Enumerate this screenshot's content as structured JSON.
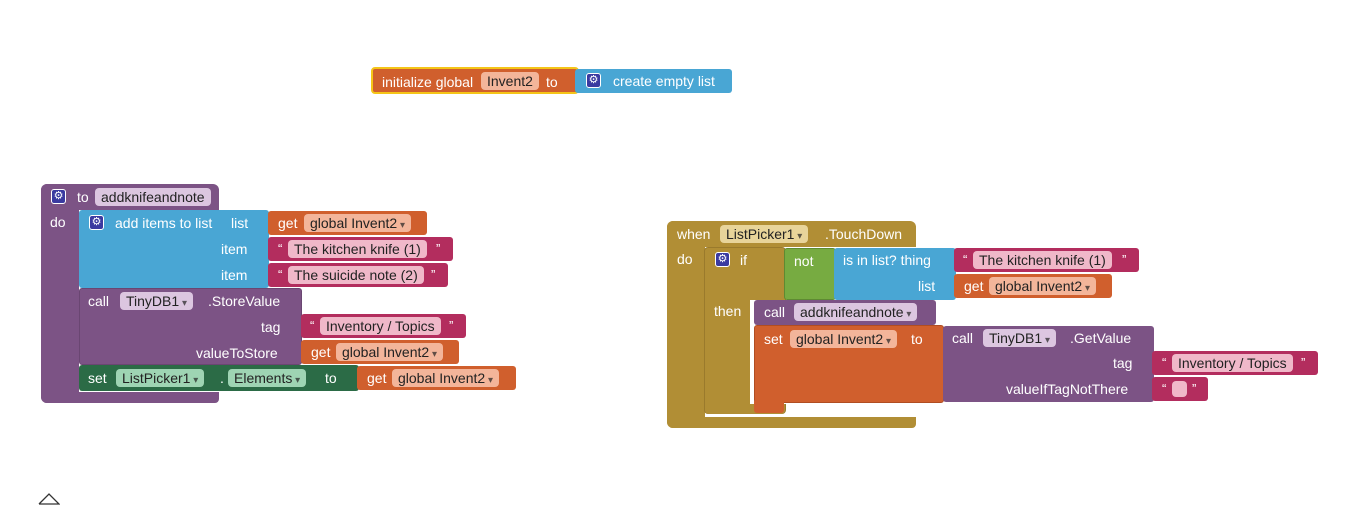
{
  "init_block": {
    "label": "initialize global",
    "var_name": "Invent2",
    "to": "to",
    "value": "create empty list"
  },
  "proc_block": {
    "to": "to",
    "name": "addknifeandnote",
    "do": "do",
    "add_items": {
      "label": "add items to list",
      "list_label": "list",
      "get": "get",
      "list_var": "global Invent2",
      "item_label": "item",
      "item1": "The kitchen knife (1)",
      "item2": "The suicide note (2)"
    },
    "store": {
      "call": "call",
      "component": "TinyDB1",
      "method": ".StoreValue",
      "tag_label": "tag",
      "tag_value": "Inventory / Topics",
      "value_label": "valueToStore",
      "get": "get",
      "value_var": "global Invent2"
    },
    "set_elements": {
      "set": "set",
      "component": "ListPicker1",
      "dot": ".",
      "property": "Elements",
      "to": "to",
      "get": "get",
      "value_var": "global Invent2"
    }
  },
  "event_block": {
    "when": "when",
    "component": "ListPicker1",
    "event": ".TouchDown",
    "do": "do",
    "if": "if",
    "not": "not",
    "is_in_list": "is in list? thing",
    "thing_value": "The kitchen knife (1)",
    "list_label": "list",
    "get": "get",
    "list_var": "global Invent2",
    "then": "then",
    "call": "call",
    "call_proc": "addknifeandnote",
    "set": "set",
    "set_var": "global Invent2",
    "to": "to",
    "get_value": {
      "call": "call",
      "component": "TinyDB1",
      "method": ".GetValue",
      "tag_label": "tag",
      "tag_value": "Inventory / Topics",
      "not_there_label": "valueIfTagNotThere"
    }
  },
  "icons": {
    "gear": "gear-icon",
    "collapse": "collapse-arrow-icon"
  },
  "colors": {
    "variables": "#d05f2d",
    "procedures": "#7c5385",
    "lists": "#49a6d4",
    "control": "#b18e35",
    "logic": "#77ab41",
    "text": "#b32d5e",
    "components": "#2b6b46"
  }
}
